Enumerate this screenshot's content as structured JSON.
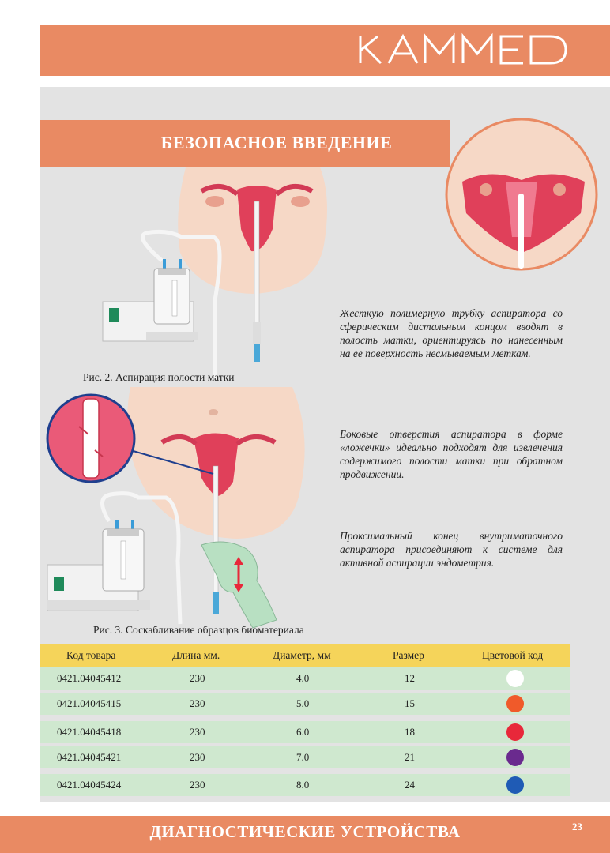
{
  "brand": "KAMMED",
  "section_title": "БЕЗОПАСНОЕ ВВЕДЕНИЕ",
  "captions": {
    "fig2": "Рис. 2. Аспирация полости матки",
    "fig3": "Рис. 3. Соскабливание образцов биоматериала"
  },
  "paragraphs": [
    "Жесткую полимерную трубку аспиратора со сферическим дистальным концом вводят в полость матки, ориентируясь по нанесенным на ее поверхность несмываемым меткам.",
    "Боковые отверстия аспиратора в форме «ложечки» идеально подходят для извлечения содержимого полости матки при обратном продвижении.",
    "Проксимальный конец внутриматочного аспиратора присоединяют к системе для активной аспирации эндометрия."
  ],
  "table": {
    "headers": [
      "Код товара",
      "Длина мм.",
      "Диаметр, мм",
      "Размер",
      "Цветовой код"
    ],
    "rows": [
      {
        "code": "0421.04045412",
        "length": "230",
        "diameter": "4.0",
        "size": "12",
        "color": "#ffffff"
      },
      {
        "code": "0421.04045415",
        "length": "230",
        "diameter": "5.0",
        "size": "15",
        "color": "#f05a2a"
      },
      {
        "code": "0421.04045418",
        "length": "230",
        "diameter": "6.0",
        "size": "18",
        "color": "#e8283a"
      },
      {
        "code": "0421.04045421",
        "length": "230",
        "diameter": "7.0",
        "size": "21",
        "color": "#6a2a8e"
      },
      {
        "code": "0421.04045424",
        "length": "230",
        "diameter": "8.0",
        "size": "24",
        "color": "#1f5bb5"
      }
    ]
  },
  "footer": {
    "title": "ДИАГНОСТИЧЕСКИЕ УСТРОЙСТВА",
    "page": "23"
  },
  "colors": {
    "accent": "#e98a63",
    "panel": "#e3e3e3",
    "table_header": "#f5d45a",
    "table_row": "#cfe8cf"
  }
}
